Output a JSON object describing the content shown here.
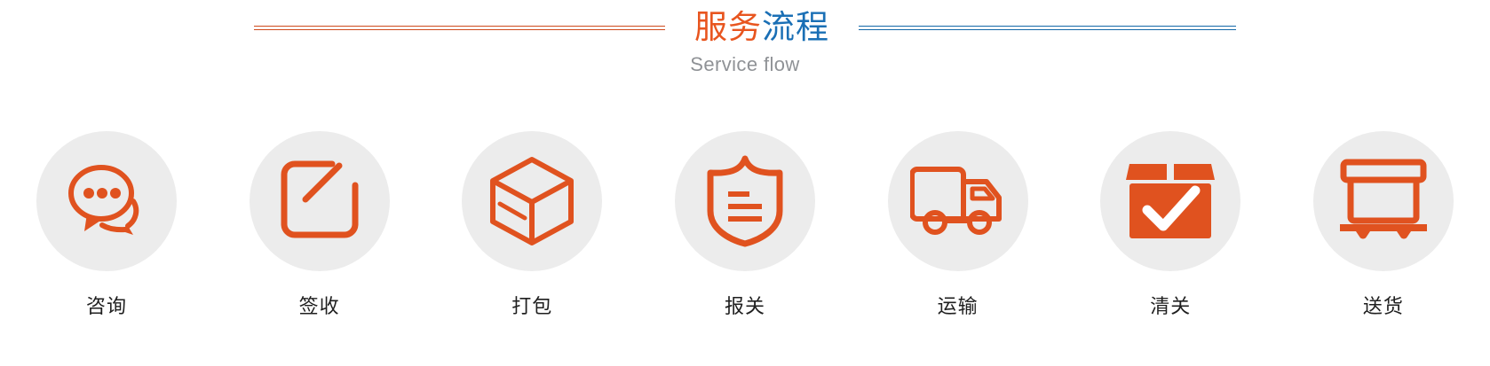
{
  "header": {
    "title_part1": "服务",
    "title_part2": "流程",
    "subtitle": "Service flow",
    "rule_left_color": "#cf4a1c",
    "rule_right_color": "#1368a8",
    "title_color_1": "#e8551f",
    "title_color_2": "#1a6fb5",
    "subtitle_color": "#8f9296"
  },
  "theme": {
    "icon_color": "#e0521f",
    "circle_bg": "#ececec",
    "page_bg": "#ffffff",
    "label_color": "#1f1f1f"
  },
  "steps": [
    {
      "label": "咨询",
      "icon": "chat-bubbles-icon"
    },
    {
      "label": "签收",
      "icon": "sign-edit-icon"
    },
    {
      "label": "打包",
      "icon": "cube-box-icon"
    },
    {
      "label": "报关",
      "icon": "shield-document-icon"
    },
    {
      "label": "运输",
      "icon": "truck-icon"
    },
    {
      "label": "清关",
      "icon": "box-check-icon"
    },
    {
      "label": "送货",
      "icon": "box-cart-icon"
    }
  ]
}
